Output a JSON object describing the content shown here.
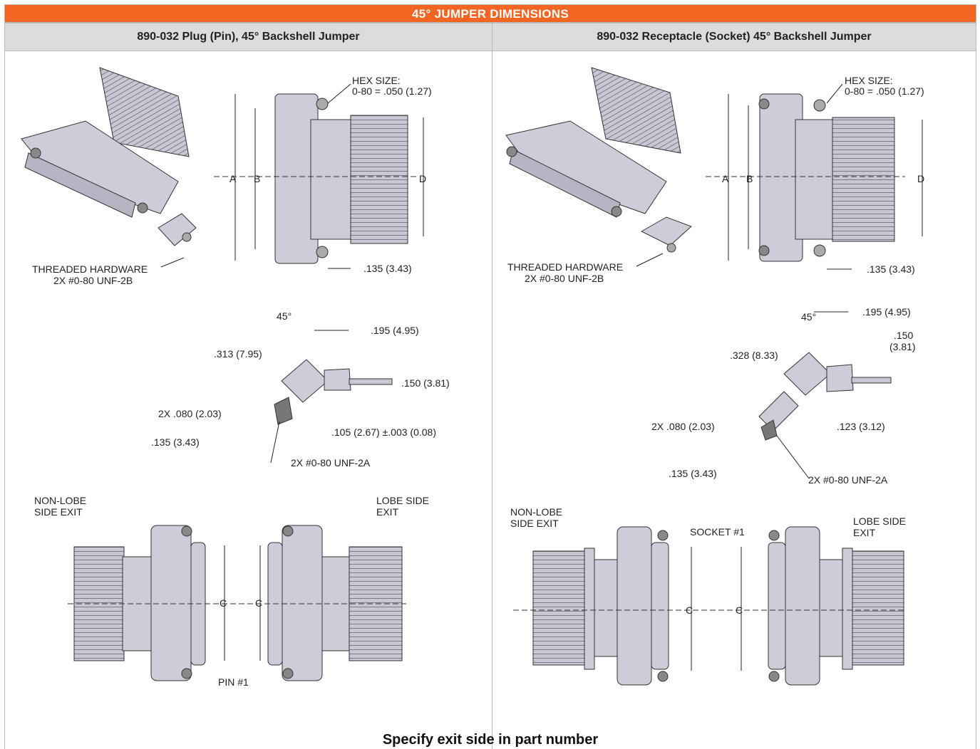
{
  "header": {
    "title": "45° JUMPER DIMENSIONS",
    "left_heading": "890-032 Plug (Pin), 45° Backshell Jumper",
    "right_heading": "890-032 Receptacle (Socket) 45° Backshell Jumper"
  },
  "left": {
    "hex_size_label": "HEX SIZE:",
    "hex_size_value": "0-80 = .050 (1.27)",
    "dim_a": "A",
    "dim_b": "B",
    "dim_d": "D",
    "dim_135_top": ".135 (3.43)",
    "threaded_hw_1": "THREADED HARDWARE",
    "threaded_hw_2": "2X #0-80 UNF-2B",
    "angle": "45°",
    "dim_195": ".195 (4.95)",
    "dim_313": ".313 (7.95)",
    "dim_150": ".150 (3.81)",
    "dim_080": "2X .080 (2.03)",
    "dim_105": ".105 (2.67) ±.003 (0.08)",
    "dim_135_side": ".135 (3.43)",
    "thread_2a": "2X #0-80 UNF-2A",
    "non_lobe_1": "NON-LOBE",
    "non_lobe_2": "SIDE EXIT",
    "lobe_1": "LOBE SIDE",
    "lobe_2": "EXIT",
    "dim_c1": "C",
    "dim_c2": "C",
    "pin1": "PIN #1"
  },
  "right": {
    "hex_size_label": "HEX SIZE:",
    "hex_size_value": "0-80 = .050 (1.27)",
    "dim_a": "A",
    "dim_b": "B",
    "dim_d": "D",
    "dim_135_top": ".135 (3.43)",
    "threaded_hw_1": "THREADED HARDWARE",
    "threaded_hw_2": "2X #0-80 UNF-2B",
    "angle": "45°",
    "dim_195": ".195 (4.95)",
    "dim_150a": ".150",
    "dim_150b": "(3.81)",
    "dim_328": ".328 (8.33)",
    "dim_080": "2X .080 (2.03)",
    "dim_123": ".123 (3.12)",
    "dim_135_side": ".135 (3.43)",
    "thread_2a": "2X #0-80 UNF-2A",
    "non_lobe_1": "NON-LOBE",
    "non_lobe_2": "SIDE EXIT",
    "lobe_1": "LOBE SIDE",
    "lobe_2": "EXIT",
    "socket1": "SOCKET #1",
    "dim_c1": "C",
    "dim_c2": "C"
  },
  "footer": {
    "note": "Specify exit side in part number"
  },
  "colors": {
    "accent": "#f26522",
    "heading_bg": "#dcdcdc",
    "part_fill": "#cdccd8",
    "part_stroke": "#333333"
  }
}
